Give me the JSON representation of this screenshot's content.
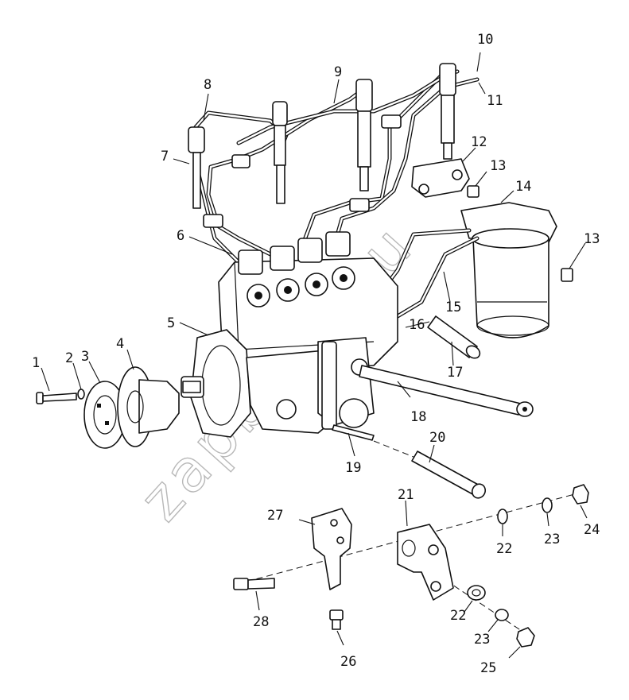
{
  "watermark": "zapbyka.ru",
  "callouts": [
    "1",
    "2",
    "3",
    "4",
    "5",
    "6",
    "7",
    "8",
    "9",
    "10",
    "11",
    "12",
    "13",
    "13",
    "14",
    "15",
    "16",
    "17",
    "18",
    "19",
    "20",
    "21",
    "22",
    "22",
    "23",
    "23",
    "24",
    "25",
    "26",
    "27",
    "28"
  ]
}
